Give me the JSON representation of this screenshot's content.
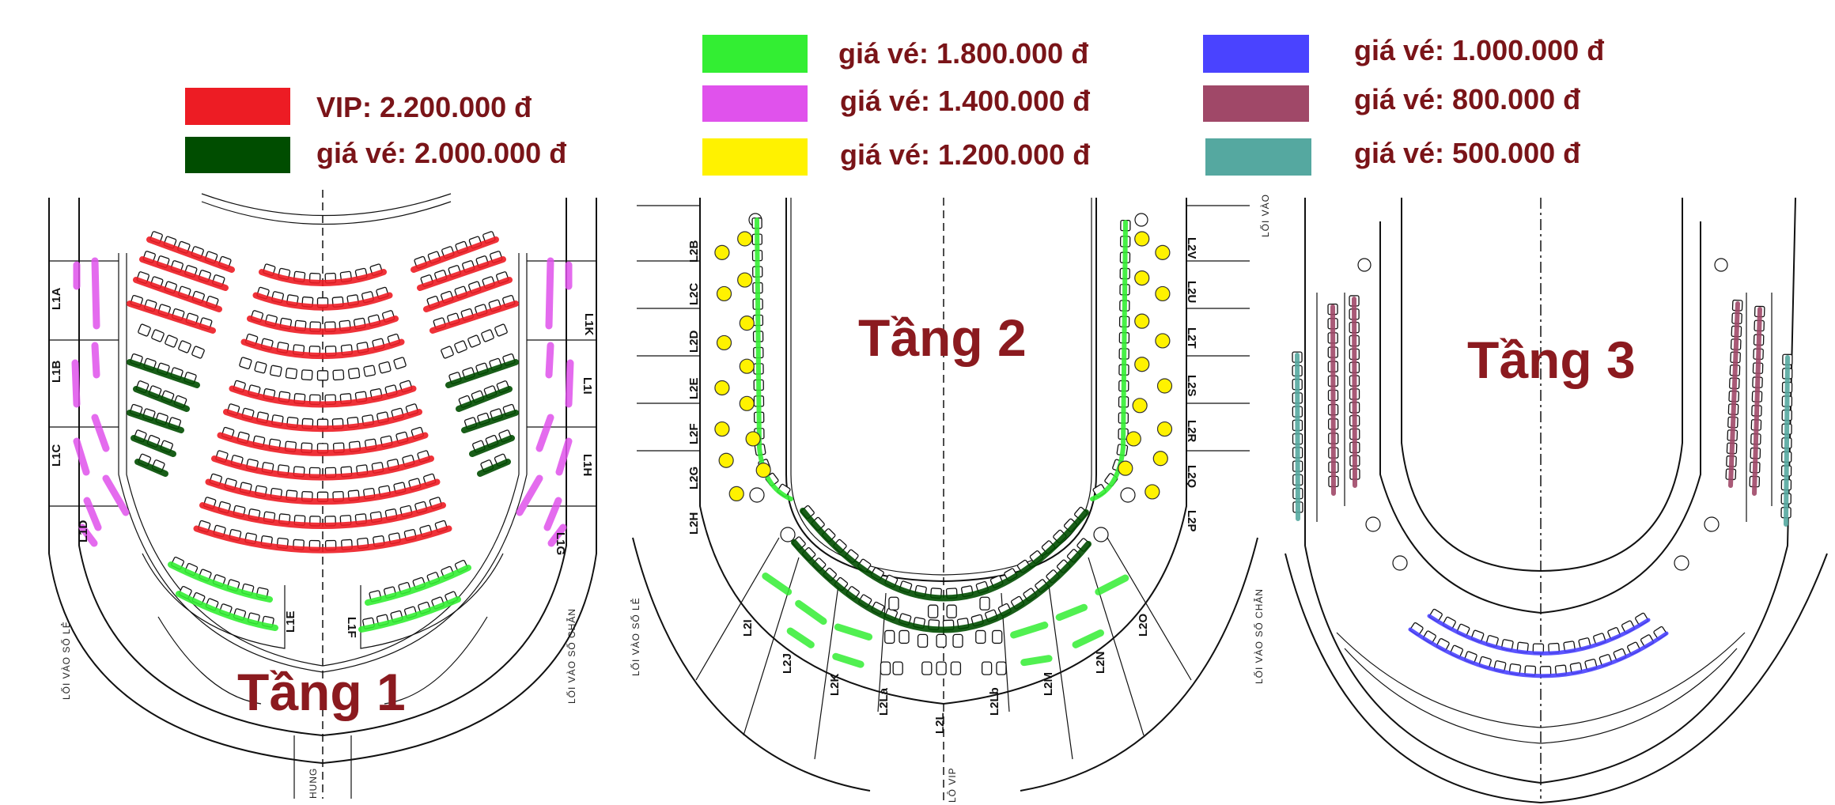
{
  "legend": [
    {
      "key": "vip",
      "label": "VIP: 2.200.000 đ",
      "color": "#ed1c24"
    },
    {
      "key": "t2000",
      "label": "giá vé: 2.000.000 đ",
      "color": "#004d00"
    },
    {
      "key": "t1800",
      "label": "giá vé: 1.800.000 đ",
      "color": "#33ee33"
    },
    {
      "key": "t1400",
      "label": "giá vé: 1.400.000 đ",
      "color": "#e052ec"
    },
    {
      "key": "t1200",
      "label": "giá vé: 1.200.000 đ",
      "color": "#fff200"
    },
    {
      "key": "t1000",
      "label": "giá vé: 1.000.000 đ",
      "color": "#4a43ff"
    },
    {
      "key": "t800",
      "label": "giá vé: 800.000 đ",
      "color": "#a04868"
    },
    {
      "key": "t500",
      "label": "giá vé: 500.000 đ",
      "color": "#55a8a0"
    }
  ],
  "floors": {
    "floor1": {
      "title": "Tầng 1",
      "boxes": [
        "L1A",
        "L1B",
        "L1C",
        "L1D",
        "L1E",
        "L1F",
        "L1K",
        "L1I",
        "L1H",
        "L1G"
      ],
      "entrance_odd": "LỐI VÀO SỐ LẺ",
      "entrance_even": "LỐI VÀO SỐ CHẴN",
      "bottom_text": "HUNG"
    },
    "floor2": {
      "title": "Tầng 2",
      "boxes_left": [
        "L2B",
        "L2C",
        "L2D",
        "L2E",
        "L2F",
        "L2G",
        "L2H"
      ],
      "boxes_right": [
        "L2V",
        "L2U",
        "L2T",
        "L2S",
        "L2R",
        "L2Q",
        "L2P"
      ],
      "boxes_bottom": [
        "L2I",
        "L2J",
        "L2K",
        "L2La",
        "L2L",
        "L2Lb",
        "L2M",
        "L2N",
        "L2O"
      ],
      "vip_box": "LÔ VIP",
      "entrance_odd": "LỐI VÀO SỐ LẺ",
      "entrance_even": "LỐI VÀO SỐ CHẴN",
      "entrance_top": "LỐI VÀO"
    },
    "floor3": {
      "title": "Tầng 3"
    }
  }
}
